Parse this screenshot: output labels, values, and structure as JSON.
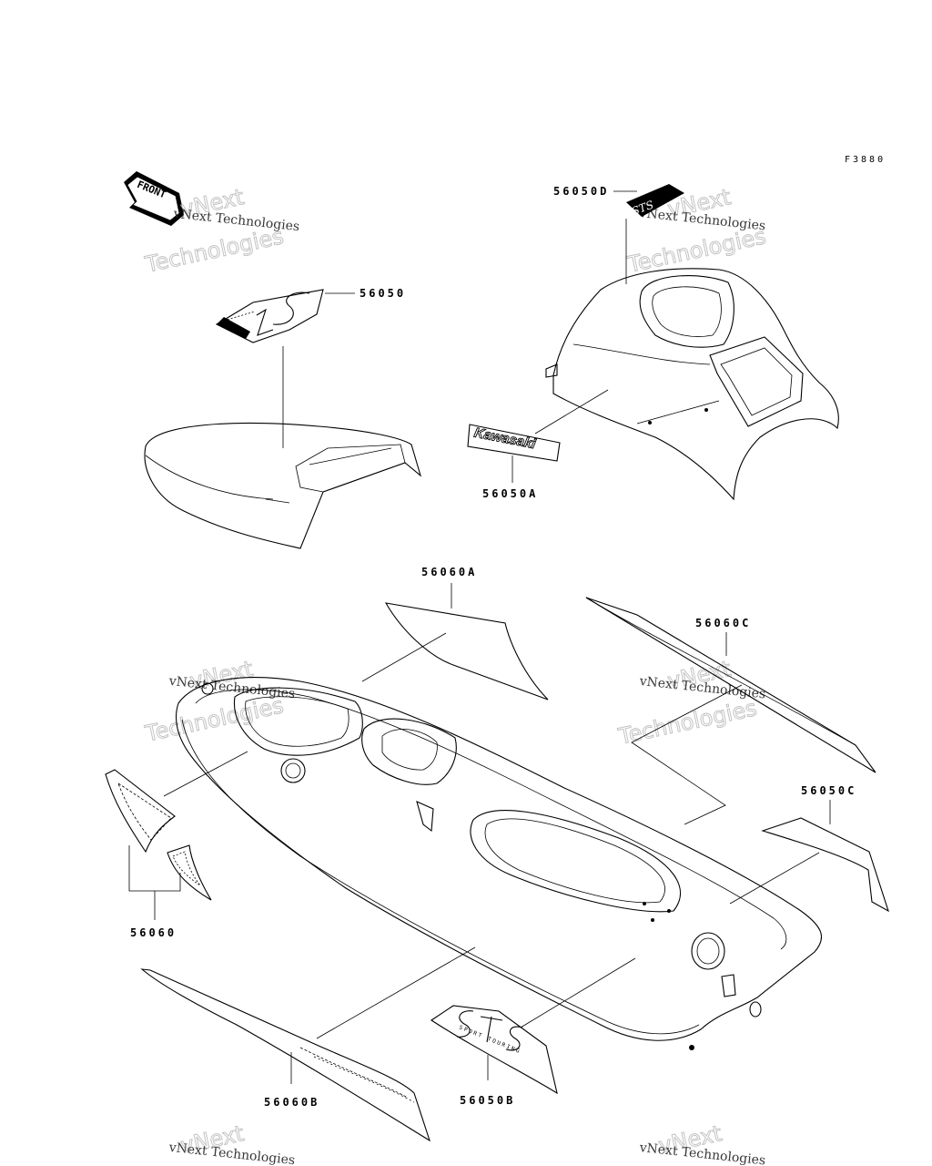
{
  "figure_code": "F3880",
  "front_arrow_text": "FRONT",
  "parts": {
    "p56050": "56050",
    "p56050A": "56050A",
    "p56050B": "56050B",
    "p56050C": "56050C",
    "p56050D": "56050D",
    "p56060": "56060",
    "p56060A": "56060A",
    "p56060B": "56060B",
    "p56060C": "56060C"
  },
  "decals": {
    "kawasaki": "Kawasaki",
    "ls": "LS",
    "sts": "STS",
    "sport_touring": "SPORT TOURING"
  },
  "watermark": {
    "line1": "vNext",
    "line2": "Technologies",
    "small": "vNext Technologies"
  }
}
